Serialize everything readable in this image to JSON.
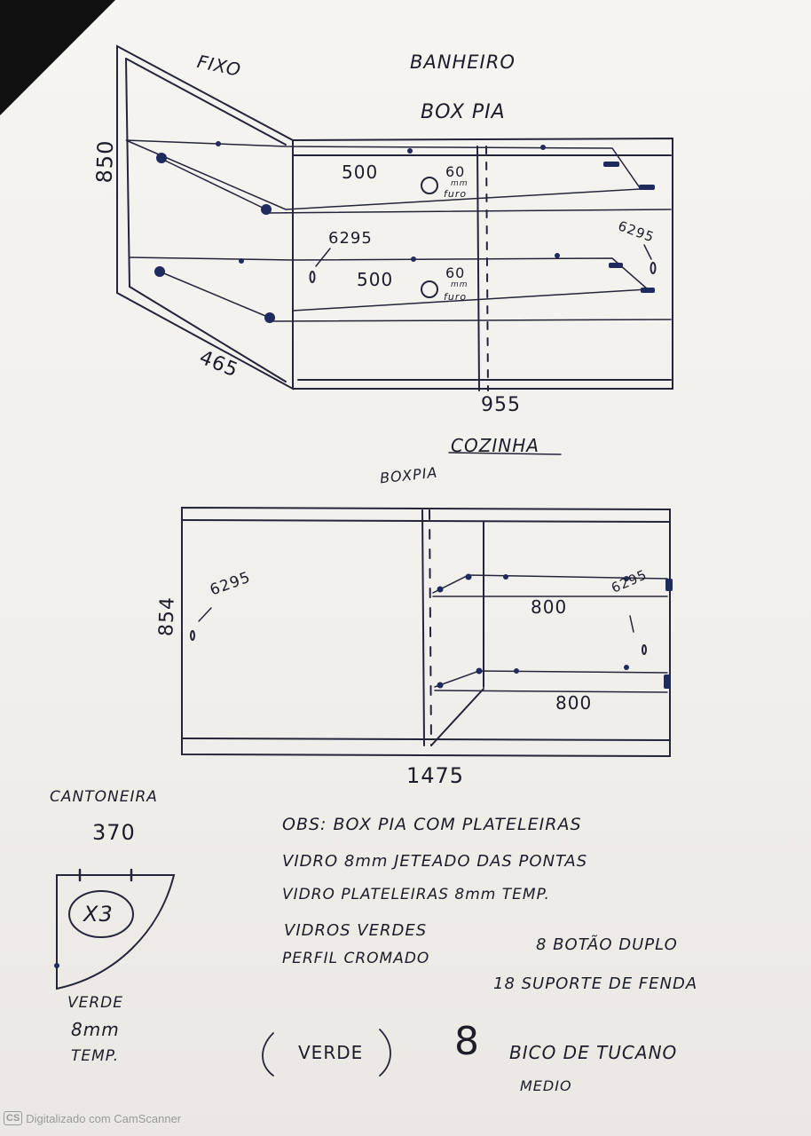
{
  "top": {
    "title": "BANHEIRO",
    "subtitle": "BOX PIA",
    "fixo": "FIXO",
    "height": "850",
    "depth": "465",
    "width": "955",
    "shelf1_len": "500",
    "shelf2_len": "500",
    "hole1": "60",
    "hole1_unit": "mm",
    "hole1_note": "furo",
    "hole2": "60",
    "hole2_unit": "mm",
    "hole2_note": "furo",
    "dim_left": "6295",
    "dim_right": "6295"
  },
  "bottom": {
    "title": "COZINHA",
    "subtitle": "BOXPIA",
    "height": "854",
    "width": "1475",
    "shelf1_len": "800",
    "shelf2_len": "800",
    "dim_left": "6295",
    "dim_right": "6295"
  },
  "cantoneira": {
    "label": "CANTONEIRA",
    "size": "370",
    "qty": "X3",
    "note_line1": "VERDE",
    "note_line2": "8mm",
    "note_line3": "TEMP."
  },
  "obs": {
    "line1": "OBS: BOX PIA COM PLATELEIRAS",
    "line2": "VIDRO 8mm JETEADO DAS PONTAS",
    "line3": "VIDRO PLATELEIRAS 8mm TEMP.",
    "line4": "VIDROS VERDES",
    "line5": "PERFIL CROMADO",
    "item1": "8 BOTÃO DUPLO",
    "item2": "18 SUPORTE DE FENDA",
    "color": "VERDE",
    "qty3": "8",
    "item3": "BICO DE TUCANO",
    "item3_size": "MEDIO"
  },
  "footer": {
    "logo": "CS",
    "text": "Digitalizado com CamScanner"
  }
}
